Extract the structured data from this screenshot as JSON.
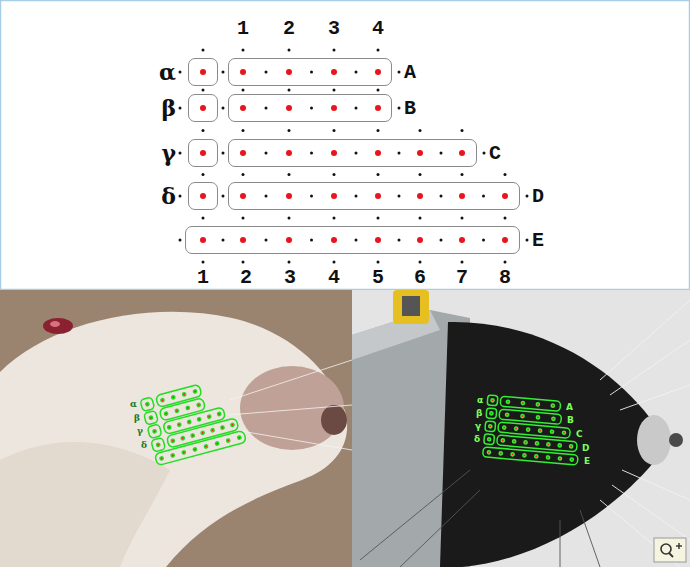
{
  "diagram": {
    "nodes": [
      {
        "text": [
          "α"
        ]
      },
      {
        "text": [
          "A"
        ]
      },
      {
        "text": [
          "β"
        ]
      },
      {
        "text": [
          "B"
        ]
      },
      {
        "text": [
          "γ"
        ]
      },
      {
        "text": [
          "C"
        ]
      },
      {
        "text": [
          "δ"
        ]
      },
      {
        "text": [
          "D"
        ]
      },
      {
        "text": [
          "E"
        ]
      }
    ],
    "labels": [
      "1",
      "2",
      "3",
      "4",
      "1",
      "2",
      "3",
      "4",
      "5",
      "6",
      "7",
      "8",
      "α",
      "β",
      "γ",
      "δ",
      "α",
      "β",
      "γ",
      "δ",
      "A",
      "B",
      "C",
      "D",
      "E"
    ]
  }
}
